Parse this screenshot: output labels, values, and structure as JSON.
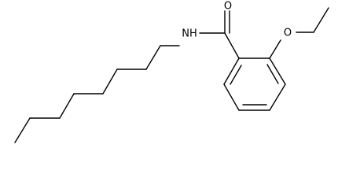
{
  "molecule": {
    "atoms": {
      "o_carbonyl": "O",
      "o_ether": "O",
      "nh": "NH"
    }
  }
}
